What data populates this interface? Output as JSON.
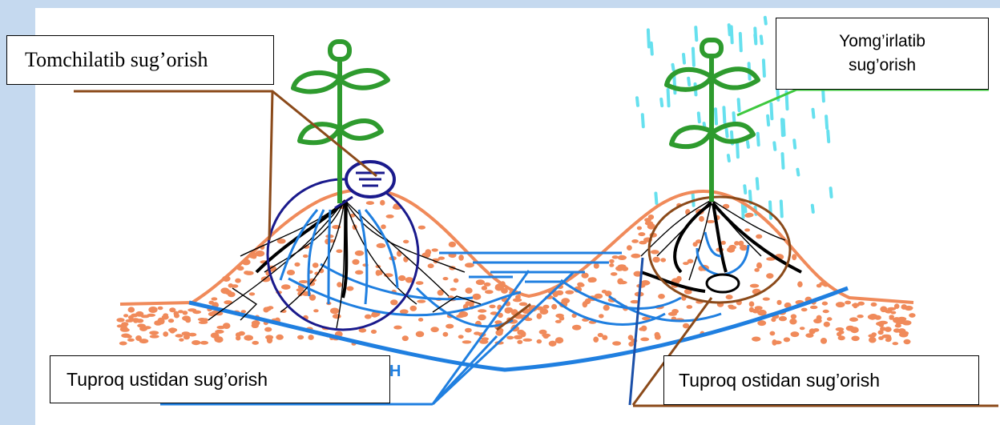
{
  "labels": {
    "drip_irrigation": "Tomchilatib sug’orish",
    "sprinkler_line1": "Yomg’irlatib",
    "sprinkler_line2": "sug’orish",
    "surface_irrigation": "Tuproq ustidan sug’orish",
    "subsurface_irrigation": "Tuproq ostidan sug’orish"
  },
  "colors": {
    "background_frame": "#c5d9ef",
    "soil_outline": "#f08a5a",
    "soil_dots": "#f08a5a",
    "water": "#1f7fe0",
    "rain": "#66e0ee",
    "plant": "#2e9b2e",
    "leader_line": "#8b4a1a",
    "drip_emitter": "#1a1a8c",
    "roots": "#000000",
    "subsurface_circle": "#8b4a1a"
  }
}
